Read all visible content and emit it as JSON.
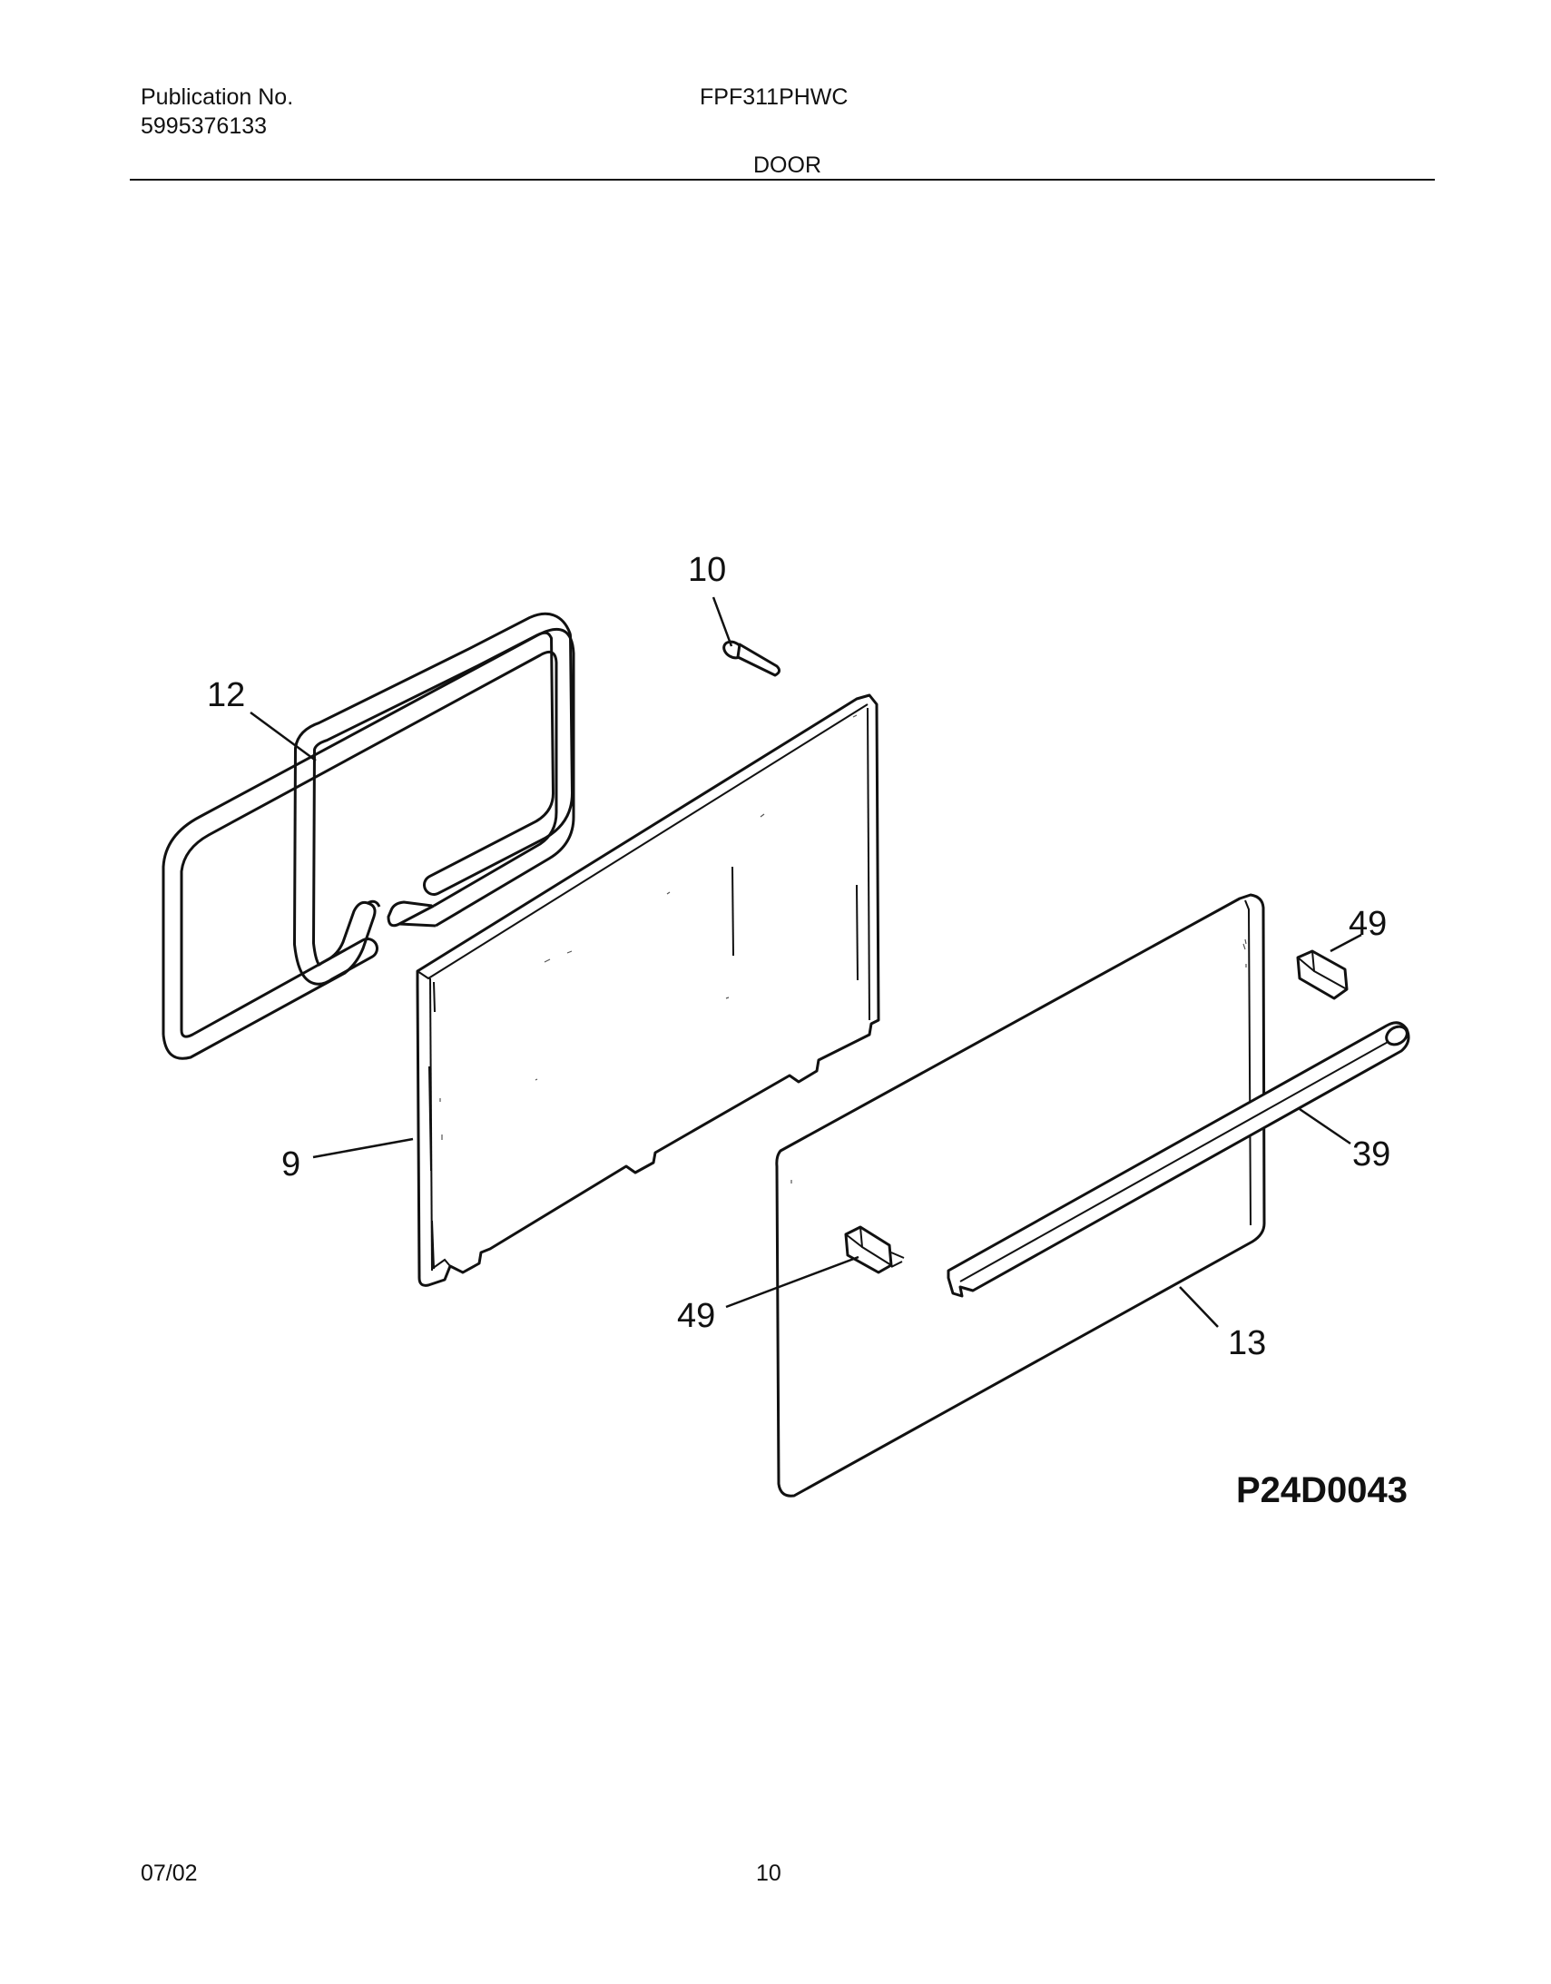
{
  "header": {
    "publication_label": "Publication No.",
    "publication_number": "5995376133",
    "model": "FPF311PHWC",
    "section_title": "DOOR"
  },
  "diagram": {
    "callouts": {
      "gasket": "12",
      "screw": "10",
      "inner_panel": "9",
      "outer_panel": "13",
      "handle": "39",
      "end_cap_right": "49",
      "end_cap_left": "49"
    },
    "drawing_code": "P24D0043"
  },
  "footer": {
    "date": "07/02",
    "page": "10"
  }
}
